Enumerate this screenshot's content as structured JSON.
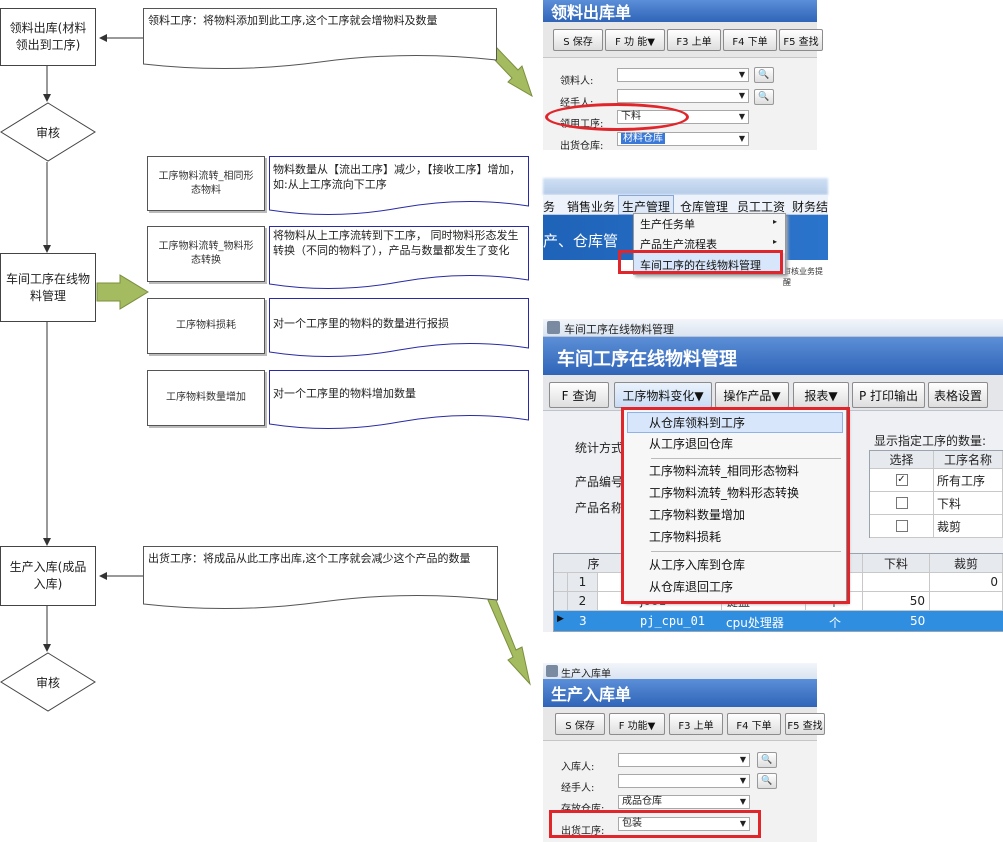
{
  "flow": {
    "box1": "领料出库(材料领出到工序)",
    "diamond1": "审核",
    "box2": "车间工序在线物料管理",
    "box3": "生产入库(成品入库)",
    "diamond2": "审核"
  },
  "notes": {
    "note1": "领料工序：将物料添加到此工序,这个工序就会增物料及数量",
    "note2": "出货工序：将成品从此工序出库,这个工序就会减少这个产品的数量"
  },
  "subs": [
    {
      "label": "工序物料流转_相同形态物料",
      "desc": "物料数量从【流出工序】减少，【接收工序】增加，  如:从上工序流向下工序"
    },
    {
      "label": "工序物料流转_物料形态转换",
      "desc": "将物料从上工序流转到下工序，  同时物料形态发生转换（不同的物料了），产品与数量都发生了变化"
    },
    {
      "label": "工序物料损耗",
      "desc": "对一个工序里的物料的数量进行报损"
    },
    {
      "label": "工序物料数量增加",
      "desc": "对一个工序里的物料增加数量"
    }
  ],
  "shot1": {
    "title": "领料出库单",
    "buttons": [
      "S 保存",
      "F 功 能▼",
      "F3 上单",
      "F4 下单",
      "F5 查找"
    ],
    "fields": [
      {
        "label": "领料人:",
        "value": ""
      },
      {
        "label": "经手人:",
        "value": ""
      },
      {
        "label": "领用工序:",
        "value": "下料"
      },
      {
        "label": "出货仓库:",
        "value": "材料仓库"
      }
    ]
  },
  "shot2": {
    "menubar": [
      "务",
      "销售业务",
      "生产管理",
      "仓库管理",
      "员工工资",
      "财务结"
    ],
    "banner": "产、仓库管",
    "dropdown": [
      "生产任务单",
      "产品生产流程表",
      "车间工序的在线物料管理"
    ],
    "side_text": "审核业务提醒"
  },
  "shot3": {
    "window_title": "车间工序在线物料管理",
    "heading": "车间工序在线物料管理",
    "buttons": [
      "F 查询",
      "工序物料变化▼",
      "操作产品▼",
      "报表▼",
      "P 打印输出",
      "表格设置"
    ],
    "labels": {
      "stat": "统计方式",
      "code": "产品编号",
      "name": "产品名称",
      "show": "显示指定工序的数量:"
    },
    "dropdown": [
      "从仓库领料到工序",
      "从工序退回仓库",
      "工序物料流转_相同形态物料",
      "工序物料流转_物料形态转换",
      "工序物料数量增加",
      "工序物料损耗",
      "从工序入库到仓库",
      "从仓库退回工序"
    ],
    "proc_header": [
      "选择",
      "工序名称"
    ],
    "procs": [
      {
        "checked": "✓",
        "name": "所有工序"
      },
      {
        "checked": "",
        "name": "下料"
      },
      {
        "checked": "",
        "name": "裁剪"
      }
    ],
    "grid_header": {
      "seq": "序",
      "xl": "下料",
      "cj": "裁剪"
    },
    "rows": [
      {
        "no": "1",
        "code": "",
        "name": "",
        "unit": "",
        "xl": "",
        "cj": "0"
      },
      {
        "no": "2",
        "code": "j001",
        "name": "键盘",
        "unit": "个",
        "xl": "50",
        "cj": ""
      },
      {
        "no": "3",
        "code": "pj_cpu_01",
        "name": "cpu处理器",
        "unit": "个",
        "xl": "50",
        "cj": ""
      }
    ]
  },
  "shot4": {
    "window_title": "生产入库单",
    "title": "生产入库单",
    "buttons": [
      "S 保存",
      "F 功能▼",
      "F3 上单",
      "F4 下单",
      "F5 查找"
    ],
    "fields": [
      {
        "label": "入库人:",
        "value": ""
      },
      {
        "label": "经手人:",
        "value": ""
      },
      {
        "label": "存放仓库:",
        "value": "成品仓库"
      },
      {
        "label": "出货工序:",
        "value": "包装"
      }
    ]
  },
  "colors": {
    "red": "#e0262b",
    "blue_title": "#2f64b8",
    "arrow": "#9bb356",
    "select_row": "#2f8ee0"
  }
}
